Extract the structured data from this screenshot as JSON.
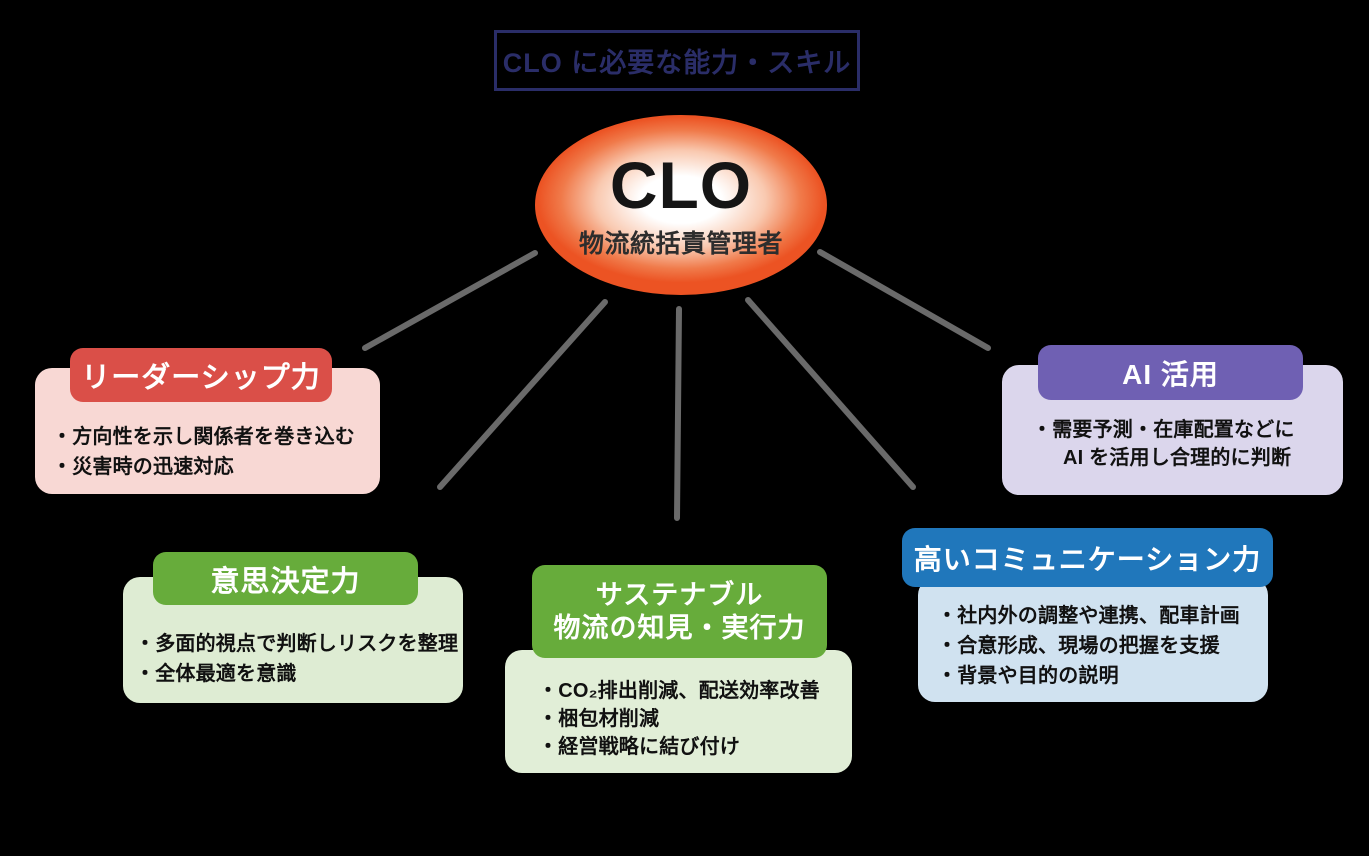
{
  "background_color": "#000000",
  "title": {
    "text": "CLO に必要な能力・スキル",
    "color": "#2a2d68"
  },
  "center_node": {
    "acronym": "CLO",
    "subtitle": "物流統括責管理者",
    "gradient_center_color": "#ffffff",
    "gradient_edge_color": "#ec5323"
  },
  "connectors": {
    "color": "#6a6a6a"
  },
  "boxes": [
    {
      "id": "leadership",
      "header": "リーダーシップ力",
      "header_color": "#da4f48",
      "body_color": "#f8d8d4",
      "bullets": [
        "・方向性を示し関係者を巻き込む",
        "・災害時の迅速対応"
      ]
    },
    {
      "id": "decision",
      "header": "意思決定力",
      "header_color": "#67ac3b",
      "body_color": "#deecd3",
      "bullets": [
        "・多面的視点で判断しリスクを整理",
        "・全体最適を意識"
      ]
    },
    {
      "id": "sustainable",
      "header_lines": [
        "サステナブル",
        "物流の知見・実行力"
      ],
      "header_color": "#67ac3b",
      "body_color": "#e1eed7",
      "bullets": [
        "・CO₂排出削減、配送効率改善",
        "・梱包材削減",
        "・経営戦略に結び付け"
      ]
    },
    {
      "id": "communication",
      "header": "高いコミュニケーション力",
      "header_color": "#2077bb",
      "body_color": "#d0e2f0",
      "bullets": [
        "・社内外の調整や連携、配車計画",
        "・合意形成、現場の把握を支援",
        "・背景や目的の説明"
      ]
    },
    {
      "id": "ai",
      "header": "AI 活用",
      "header_color": "#6f60b3",
      "body_color": "#dbd6ec",
      "bullets": [
        "・需要予測・在庫配置などに"
      ],
      "bullet_continuation": "AI を活用し合理的に判断"
    }
  ]
}
